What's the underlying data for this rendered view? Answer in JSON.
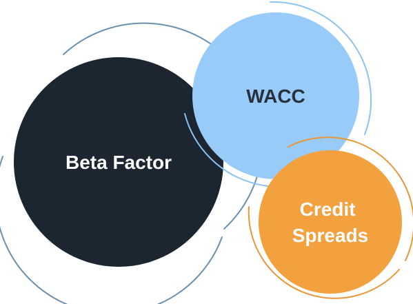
{
  "nodes": [
    {
      "id": "beta",
      "label_lines": [
        "Beta Factor"
      ],
      "fill": "#1b2631",
      "ring": "#6b8fae",
      "text_color": "#ffffff"
    },
    {
      "id": "wacc",
      "label_lines": [
        "WACC"
      ],
      "fill": "#99cbf9",
      "ring": "#8cc2f0",
      "text_color": "#27313c"
    },
    {
      "id": "credit",
      "label_lines": [
        "Credit",
        "Spreads"
      ],
      "fill": "#f3a03e",
      "ring": "#e8963a",
      "text_color": "#ffffff"
    }
  ]
}
